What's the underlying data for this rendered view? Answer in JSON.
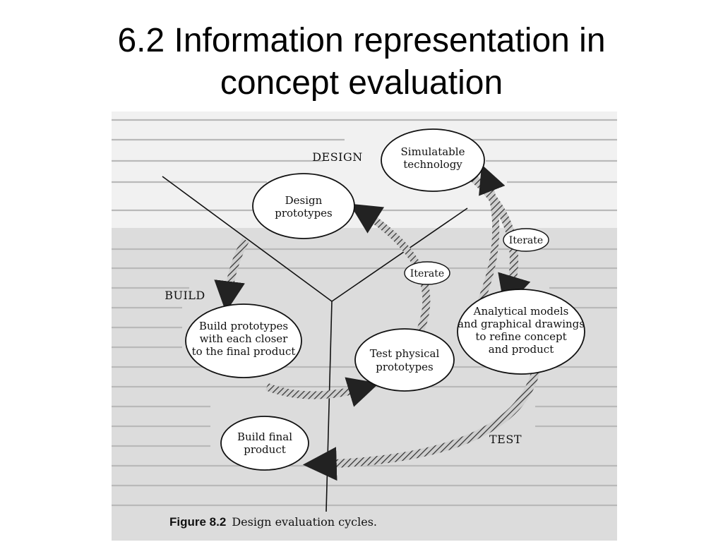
{
  "slide": {
    "title_line1": "6.2 Information representation in",
    "title_line2": "concept evaluation"
  },
  "diagram": {
    "sections": {
      "design": "DESIGN",
      "build": "BUILD",
      "test": "TEST"
    },
    "nodes": {
      "design_prototypes": [
        "Design",
        "prototypes"
      ],
      "simulatable_technology": [
        "Simulatable",
        "technology"
      ],
      "build_prototypes": [
        "Build prototypes",
        "with each closer",
        "to the final product"
      ],
      "test_physical_prototypes": [
        "Test physical",
        "prototypes"
      ],
      "analytical_models": [
        "Analytical models",
        "and graphical drawings",
        "to refine concept",
        "and product"
      ],
      "build_final_product": [
        "Build final",
        "product"
      ]
    },
    "iterate_labels": [
      "Iterate",
      "Iterate"
    ],
    "caption_label": "Figure 8.2",
    "caption_text": "Design evaluation cycles."
  }
}
